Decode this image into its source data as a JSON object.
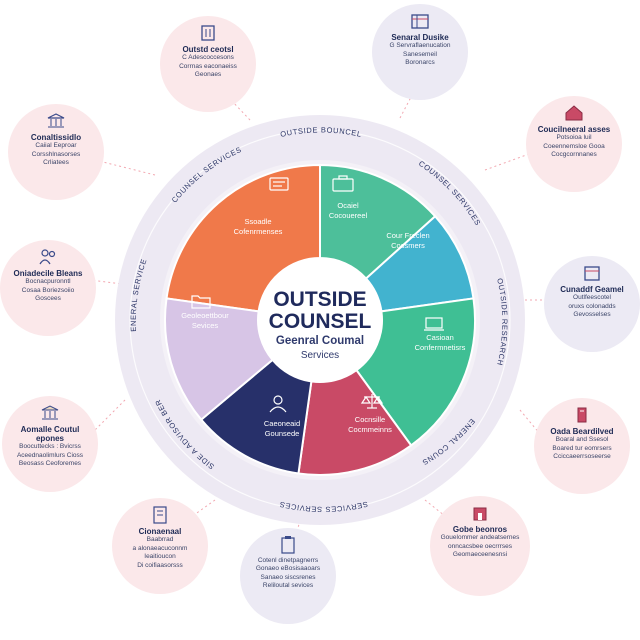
{
  "center": {
    "title_line1": "OUTSIDE",
    "title_line2": "COUNSEL",
    "subtitle_line1": "Geenral Coumal",
    "subtitle_line2": "Services"
  },
  "ring_labels": [
    "OUTSIDE BOUNCEL",
    "COUNSEL SERVICES",
    "OUTSIDE RESEARCH",
    "GENERAL COUNSEL",
    "SERVICES SERVICES",
    "OUTSIDE A ADVISOR BEREAN",
    "GENERAL SERVICES",
    "COUNSEL SERVICES"
  ],
  "segments": [
    {
      "id": "orange",
      "color": "#f0794a",
      "line1": "Ssoadle",
      "line2": "Cofenrmenses"
    },
    {
      "id": "green",
      "color": "#4dbf9a",
      "line1": "Ocaiel",
      "line2": "Cocouereel"
    },
    {
      "id": "blue",
      "color": "#42b3cf",
      "line1": "Cour Freclen",
      "line2": "Cossmers"
    },
    {
      "id": "teal",
      "color": "#3fbf94",
      "line1": "Casioan",
      "line2": "Confermnetisrs"
    },
    {
      "id": "crimson",
      "color": "#c94a66",
      "line1": "Cocnsille",
      "line2": "Cocmmeinns"
    },
    {
      "id": "navy",
      "color": "#27306a",
      "line1": "Caeoneaid",
      "line2": "Gounsede"
    },
    {
      "id": "lavender",
      "color": "#d7c5e6",
      "line1": "Geoleoettbour",
      "line2": "Sevices"
    }
  ],
  "satellites": [
    {
      "id": "top-left",
      "title": "Outstd ceotsl",
      "lines": [
        "C Adescoccesons",
        "Corrnas eaconaeiss",
        "Geonaes"
      ]
    },
    {
      "id": "top-right",
      "title": "Senaral Dusike",
      "lines": [
        "G Servraflaenucation",
        "Sanesemeil",
        "Boronarcs"
      ]
    },
    {
      "id": "right-upper",
      "title": "Coucilneeral asses",
      "lines": [
        "Potsoioa luil",
        "Coeennemsloe Gooa",
        "Cocgcornnanes"
      ]
    },
    {
      "id": "left-upper",
      "title": "Conaltissidlo",
      "lines": [
        "Caiial Eeproar",
        "Corsshlnasorses",
        "Crliatees"
      ]
    },
    {
      "id": "right-mid",
      "title": "Cunaddf Geamel",
      "lines": [
        "Outlfeescotel",
        "oruxs colonadds",
        "Gevosselses"
      ]
    },
    {
      "id": "left-mid",
      "title": "Oniadecile Bleans",
      "lines": [
        "Bocnacpuronntl",
        "Cosaa Boriezsoiio",
        "Goscees"
      ]
    },
    {
      "id": "right-lower",
      "title": "Oada Beardilved",
      "lines": [
        "Boaral and Ssesol",
        "Boared tur eomrsers",
        "Cciccaeerrsoseerse"
      ]
    },
    {
      "id": "left-lower",
      "title": "Aomalle Coutul epones",
      "lines": [
        "Boocuttecks : Bvicrss",
        "Aceednaolimlurs Cioss",
        "Beosass Ceoforemes"
      ]
    },
    {
      "id": "bottom-left",
      "title": "Cionaenaal",
      "lines": [
        "Baabrrad",
        "a alonaeacuconnm",
        "Ieaitioucon",
        "Di coifiaasorsss"
      ]
    },
    {
      "id": "bottom-center",
      "title": "",
      "lines": [
        "Cotenl dinetpagnerrs",
        "Gonaeo eBosisaaoars",
        "Sanaeo siscsrenes",
        "Reliloutal sevices"
      ]
    },
    {
      "id": "bottom-right",
      "title": "Gobe beonros",
      "lines": [
        "Gouelommer andeatsernes",
        "onncacsbee oecrrrses",
        "Geomaeceenesnsi"
      ]
    }
  ]
}
